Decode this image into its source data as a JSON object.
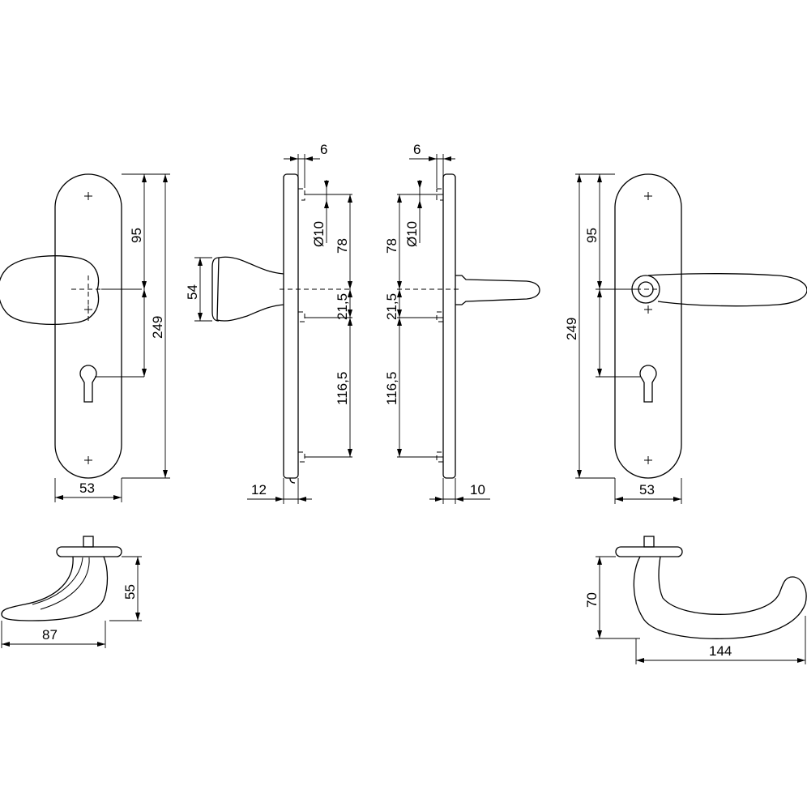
{
  "dimensions": {
    "front_left": {
      "d95": "95",
      "d249": "249",
      "d53": "53"
    },
    "side_left": {
      "d6": "6",
      "d54": "54",
      "dia10": "Ø10",
      "d78": "78",
      "d21_5": "21,5",
      "d116_5": "116,5",
      "d12": "12"
    },
    "side_right": {
      "d6": "6",
      "dia10": "Ø10",
      "d78": "78",
      "d21_5": "21,5",
      "d116_5": "116,5",
      "d10": "10"
    },
    "front_right": {
      "d95": "95",
      "d249": "249",
      "d53": "53"
    },
    "top_left": {
      "d55": "55",
      "d87": "87"
    },
    "top_right": {
      "d70": "70",
      "d144": "144"
    }
  }
}
